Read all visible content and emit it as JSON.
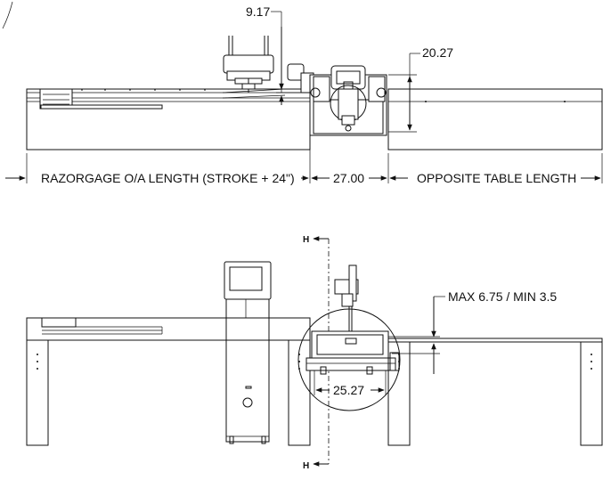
{
  "dimensions": {
    "top_height": "9.17",
    "right_height": "20.27",
    "razorgage_length": "RAZORGAGE O/A LENGTH (STROKE + 24\")",
    "saw_width": "27.00",
    "opposite_table": "OPPOSITE TABLE LENGTH",
    "max_min": "MAX 6.75 / MIN 3.5",
    "throat_width": "25.27"
  },
  "section_marks": {
    "top": "H",
    "bottom": "H"
  }
}
